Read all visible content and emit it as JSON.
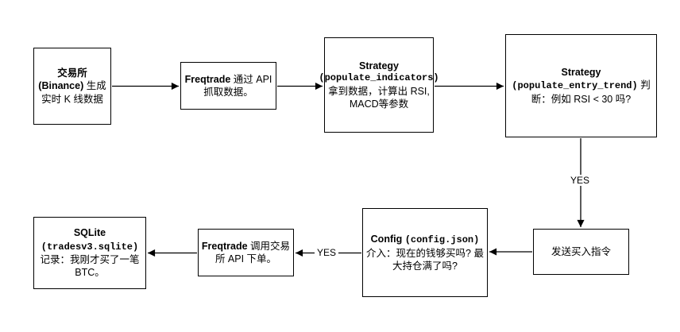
{
  "diagram": {
    "type": "flowchart",
    "colors": {
      "background": "#ffffff",
      "stroke": "#000000",
      "text": "#000000"
    },
    "nodes": {
      "exchange": {
        "bold": "交易所 (Binance)",
        "rest": " 生成实时 K 线数据"
      },
      "fetch": {
        "bold": "Freqtrade",
        "rest": " 通过 API 抓取数据。"
      },
      "indicators": {
        "title": "Strategy",
        "code": "(populate_indicators)",
        "rest": "拿到数据，计算出 RSI, MACD等参数"
      },
      "entry": {
        "title": "Strategy",
        "code": "(populate_entry_trend)",
        "rest": " 判断：例如 RSI < 30 吗?"
      },
      "buy_signal": {
        "text": "发送买入指令"
      },
      "config": {
        "bold": "Config ",
        "code": "(config.json)",
        "rest": " 介入：现在的钱够买吗? 最大持仓满了吗?"
      },
      "order": {
        "bold": "Freqtrade",
        "rest": " 调用交易所 API 下单。"
      },
      "sqlite": {
        "title": "SQLite",
        "code": "(tradesv3.sqlite)",
        "rest": " 记录：我刚才买了一笔 BTC。"
      }
    },
    "edges": [
      {
        "from": "exchange",
        "to": "fetch",
        "label": ""
      },
      {
        "from": "fetch",
        "to": "indicators",
        "label": ""
      },
      {
        "from": "indicators",
        "to": "entry",
        "label": ""
      },
      {
        "from": "entry",
        "to": "buy_signal",
        "label": "YES"
      },
      {
        "from": "buy_signal",
        "to": "config",
        "label": ""
      },
      {
        "from": "config",
        "to": "order",
        "label": "YES"
      },
      {
        "from": "order",
        "to": "sqlite",
        "label": ""
      }
    ]
  }
}
